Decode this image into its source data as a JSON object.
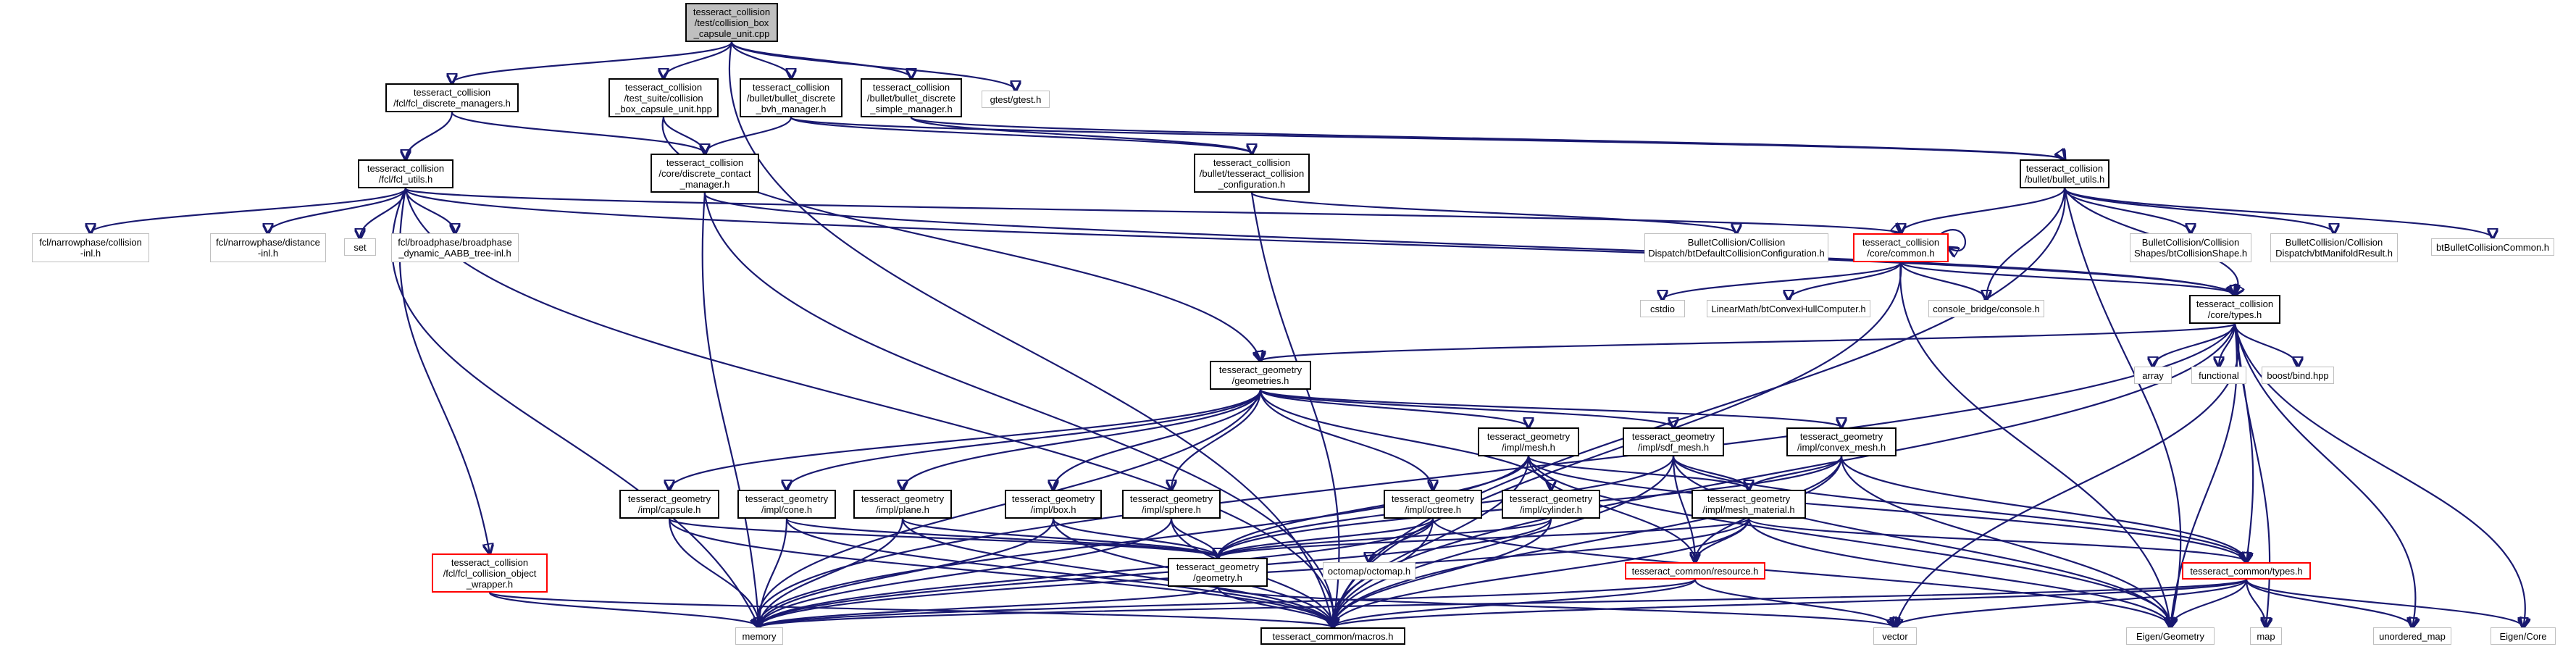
{
  "nodes": {
    "root": [
      "tesseract_collision",
      "/test/collision_box",
      "_capsule_unit.cpp"
    ],
    "fcl_discrete_managers": [
      "tesseract_collision",
      "/fcl/fcl_discrete_managers.h"
    ],
    "test_suite_capsule": [
      "tesseract_collision",
      "/test_suite/collision",
      "_box_capsule_unit.hpp"
    ],
    "bullet_discrete_bvh": [
      "tesseract_collision",
      "/bullet/bullet_discrete",
      "_bvh_manager.h"
    ],
    "bullet_discrete_simple": [
      "tesseract_collision",
      "/bullet/bullet_discrete",
      "_simple_manager.h"
    ],
    "gtest": [
      "gtest/gtest.h"
    ],
    "fcl_utils": [
      "tesseract_collision",
      "/fcl/fcl_utils.h"
    ],
    "discrete_contact_manager": [
      "tesseract_collision",
      "/core/discrete_contact",
      "_manager.h"
    ],
    "bullet_collision_configuration": [
      "tesseract_collision",
      "/bullet/tesseract_collision",
      "_configuration.h"
    ],
    "bullet_utils": [
      "tesseract_collision",
      "/bullet/bullet_utils.h"
    ],
    "fcl_collision_inl": [
      "fcl/narrowphase/collision",
      "-inl.h"
    ],
    "fcl_distance_inl": [
      "fcl/narrowphase/distance",
      "-inl.h"
    ],
    "set": [
      "set"
    ],
    "fcl_broadphase_tree": [
      "fcl/broadphase/broadphase",
      "_dynamic_AABB_tree-inl.h"
    ],
    "bt_default_config": [
      "BulletCollision/Collision",
      "Dispatch/btDefaultCollisionConfiguration.h"
    ],
    "core_common": [
      "tesseract_collision",
      "/core/common.h"
    ],
    "bt_collision_shape": [
      "BulletCollision/Collision",
      "Shapes/btCollisionShape.h"
    ],
    "bt_manifold_result": [
      "BulletCollision/Collision",
      "Dispatch/btManifoldResult.h"
    ],
    "bt_bullet_collision_common": [
      "btBulletCollisionCommon.h"
    ],
    "cstdio": [
      "cstdio"
    ],
    "bt_convex_hull": [
      "LinearMath/btConvexHullComputer.h"
    ],
    "console_bridge": [
      "console_bridge/console.h"
    ],
    "core_types": [
      "tesseract_collision",
      "/core/types.h"
    ],
    "array": [
      "array"
    ],
    "functional": [
      "functional"
    ],
    "boost_bind": [
      "boost/bind.hpp"
    ],
    "geometries": [
      "tesseract_geometry",
      "/geometries.h"
    ],
    "impl_mesh": [
      "tesseract_geometry",
      "/impl/mesh.h"
    ],
    "impl_sdf_mesh": [
      "tesseract_geometry",
      "/impl/sdf_mesh.h"
    ],
    "impl_convex_mesh": [
      "tesseract_geometry",
      "/impl/convex_mesh.h"
    ],
    "impl_capsule": [
      "tesseract_geometry",
      "/impl/capsule.h"
    ],
    "impl_cone": [
      "tesseract_geometry",
      "/impl/cone.h"
    ],
    "impl_plane": [
      "tesseract_geometry",
      "/impl/plane.h"
    ],
    "impl_box": [
      "tesseract_geometry",
      "/impl/box.h"
    ],
    "impl_sphere": [
      "tesseract_geometry",
      "/impl/sphere.h"
    ],
    "impl_octree": [
      "tesseract_geometry",
      "/impl/octree.h"
    ],
    "impl_cylinder": [
      "tesseract_geometry",
      "/impl/cylinder.h"
    ],
    "impl_mesh_material": [
      "tesseract_geometry",
      "/impl/mesh_material.h"
    ],
    "fcl_collision_object_wrapper": [
      "tesseract_collision",
      "/fcl/fcl_collision_object",
      "_wrapper.h"
    ],
    "octomap": [
      "octomap/octomap.h"
    ],
    "geometry": [
      "tesseract_geometry",
      "/geometry.h"
    ],
    "common_resource": [
      "tesseract_common/resource.h"
    ],
    "common_types": [
      "tesseract_common/types.h"
    ],
    "memory": [
      "memory"
    ],
    "common_macros": [
      "tesseract_common/macros.h"
    ],
    "vector": [
      "vector"
    ],
    "eigen_geometry": [
      "Eigen/Geometry"
    ],
    "map": [
      "map"
    ],
    "unordered_map": [
      "unordered_map"
    ],
    "eigen_core": [
      "Eigen/Core"
    ]
  },
  "colors": {
    "edge": "#191970",
    "border_documented": "#000000",
    "border_external": "#bfbfbf",
    "border_truncated": "#ff0000",
    "root_fill": "#bfbfbf"
  }
}
